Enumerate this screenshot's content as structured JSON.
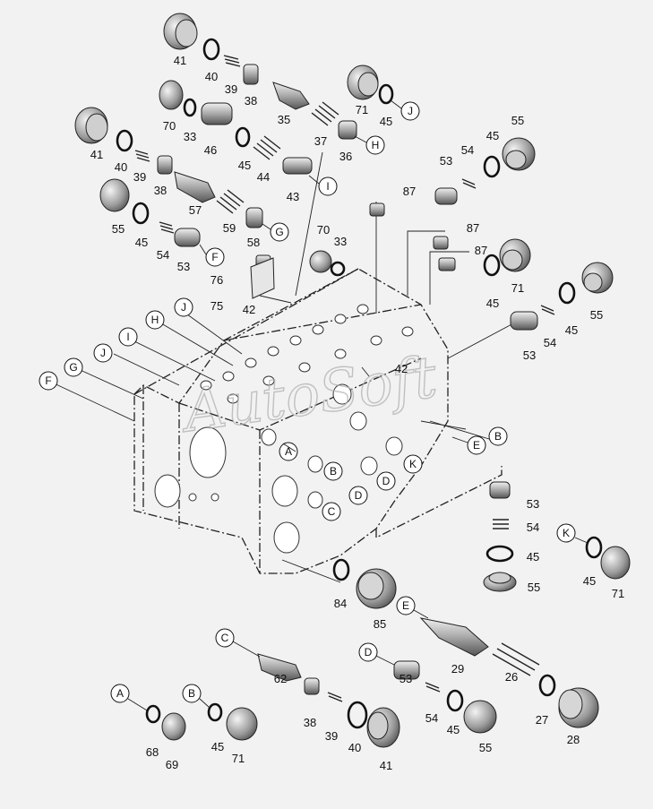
{
  "diagram": {
    "watermark": "AutoSoft",
    "part_labels": {
      "p41a": "41",
      "p40a": "40",
      "p39a": "39",
      "p38a": "38",
      "p35": "35",
      "p71a": "71",
      "p45a": "45",
      "p70a": "70",
      "p33a": "33",
      "p46": "46",
      "p45b": "45",
      "p44": "44",
      "p37": "37",
      "p36": "36",
      "p41b": "41",
      "p40b": "40",
      "p39b": "39",
      "p38b": "38",
      "p43": "43",
      "p57": "57",
      "p59": "59",
      "p58": "58",
      "p55a": "55",
      "p45c": "45",
      "p54a": "54",
      "p53a": "53",
      "p55b": "55",
      "p45d": "45",
      "p54b": "54",
      "p53b": "53",
      "p87a": "87",
      "p87b": "87",
      "p87c": "87",
      "p76": "76",
      "p75": "75",
      "p70b": "70",
      "p33b": "33",
      "p42a": "42",
      "p42b": "42",
      "p71b": "71",
      "p45e": "45",
      "p55c": "55",
      "p45f": "45",
      "p54c": "54",
      "p53c": "53",
      "p53d": "53",
      "p54d": "54",
      "p45g": "45",
      "p55d": "55",
      "p45h": "45",
      "p71c": "71",
      "p84": "84",
      "p85": "85",
      "p29": "29",
      "p26": "26",
      "p27": "27",
      "p28": "28",
      "p62": "62",
      "p38c": "38",
      "p39c": "39",
      "p40c": "40",
      "p41c": "41",
      "p53e": "53",
      "p54e": "54",
      "p45i": "45",
      "p55e": "55",
      "p68": "68",
      "p69": "69",
      "p45j": "45",
      "p71d": "71"
    },
    "callouts": {
      "cJ1": "J",
      "cH1": "H",
      "cI1": "I",
      "cG1": "G",
      "cF1": "F",
      "cJ2": "J",
      "cH2": "H",
      "cI2": "I",
      "cJ3": "J",
      "cG2": "G",
      "cF2": "F",
      "cA1": "A",
      "cB1": "B",
      "cC1": "C",
      "cD1": "D",
      "cD2": "D",
      "cK1": "K",
      "cE1": "E",
      "cB2": "B",
      "cK2": "K",
      "cE2": "E",
      "cC2": "C",
      "cD3": "D",
      "cA2": "A",
      "cB3": "B"
    }
  }
}
